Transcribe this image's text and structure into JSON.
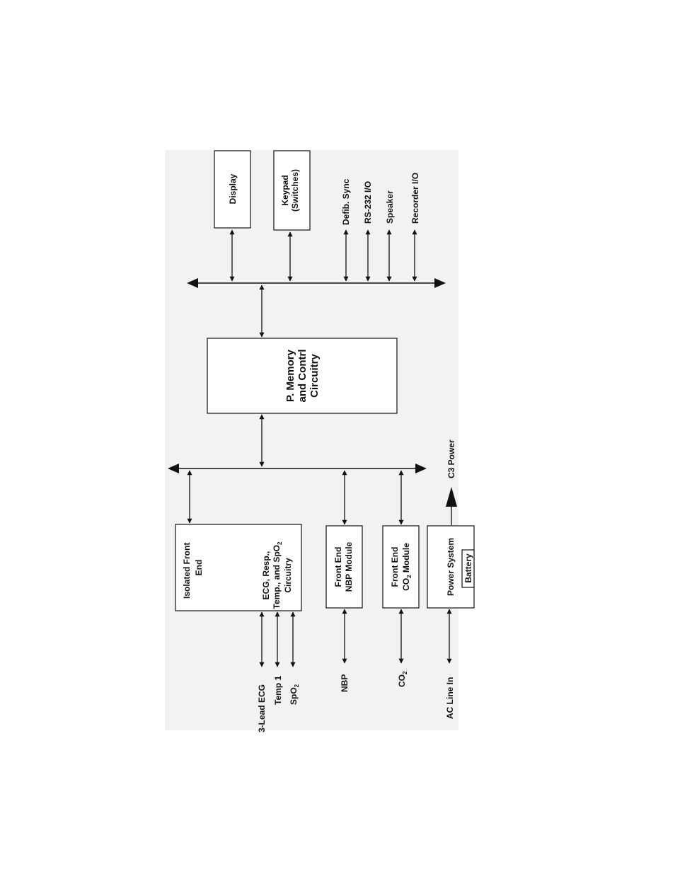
{
  "colors": {
    "page": "#ffffff",
    "panel": "#f2f2f2",
    "box_fill": "#ffffff",
    "line": "#111111"
  },
  "blocks": {
    "display": "Display",
    "keypad": [
      "Keypad",
      "(Switches)"
    ],
    "cpu": [
      "P. Memory",
      "and Contrl",
      "Circuitry"
    ],
    "isolated_front_end": {
      "title": [
        "Isolated Front",
        "End"
      ],
      "circuitry": [
        "ECG, Resp.,",
        "Temp., and SpO",
        "2",
        "Circuitry"
      ]
    },
    "nbp_module": [
      "Front End",
      "NBP Module"
    ],
    "co2_module": [
      "Front End",
      "CO",
      "2",
      " Module"
    ],
    "power_system": "Power System",
    "battery": "Battery"
  },
  "outputs": {
    "defib_sync": "Defib. Sync",
    "rs232": "RS-232 I/O",
    "speaker": "Speaker",
    "recorder": "Recorder I/O",
    "c3_power": "C3 Power"
  },
  "inputs": {
    "ecg": "3-Lead ECG",
    "temp": "Temp 1",
    "spo2": [
      "SpO",
      "2"
    ],
    "nbp": "NBP",
    "co2": [
      "CO",
      "2"
    ],
    "ac_line": "AC Line In"
  }
}
